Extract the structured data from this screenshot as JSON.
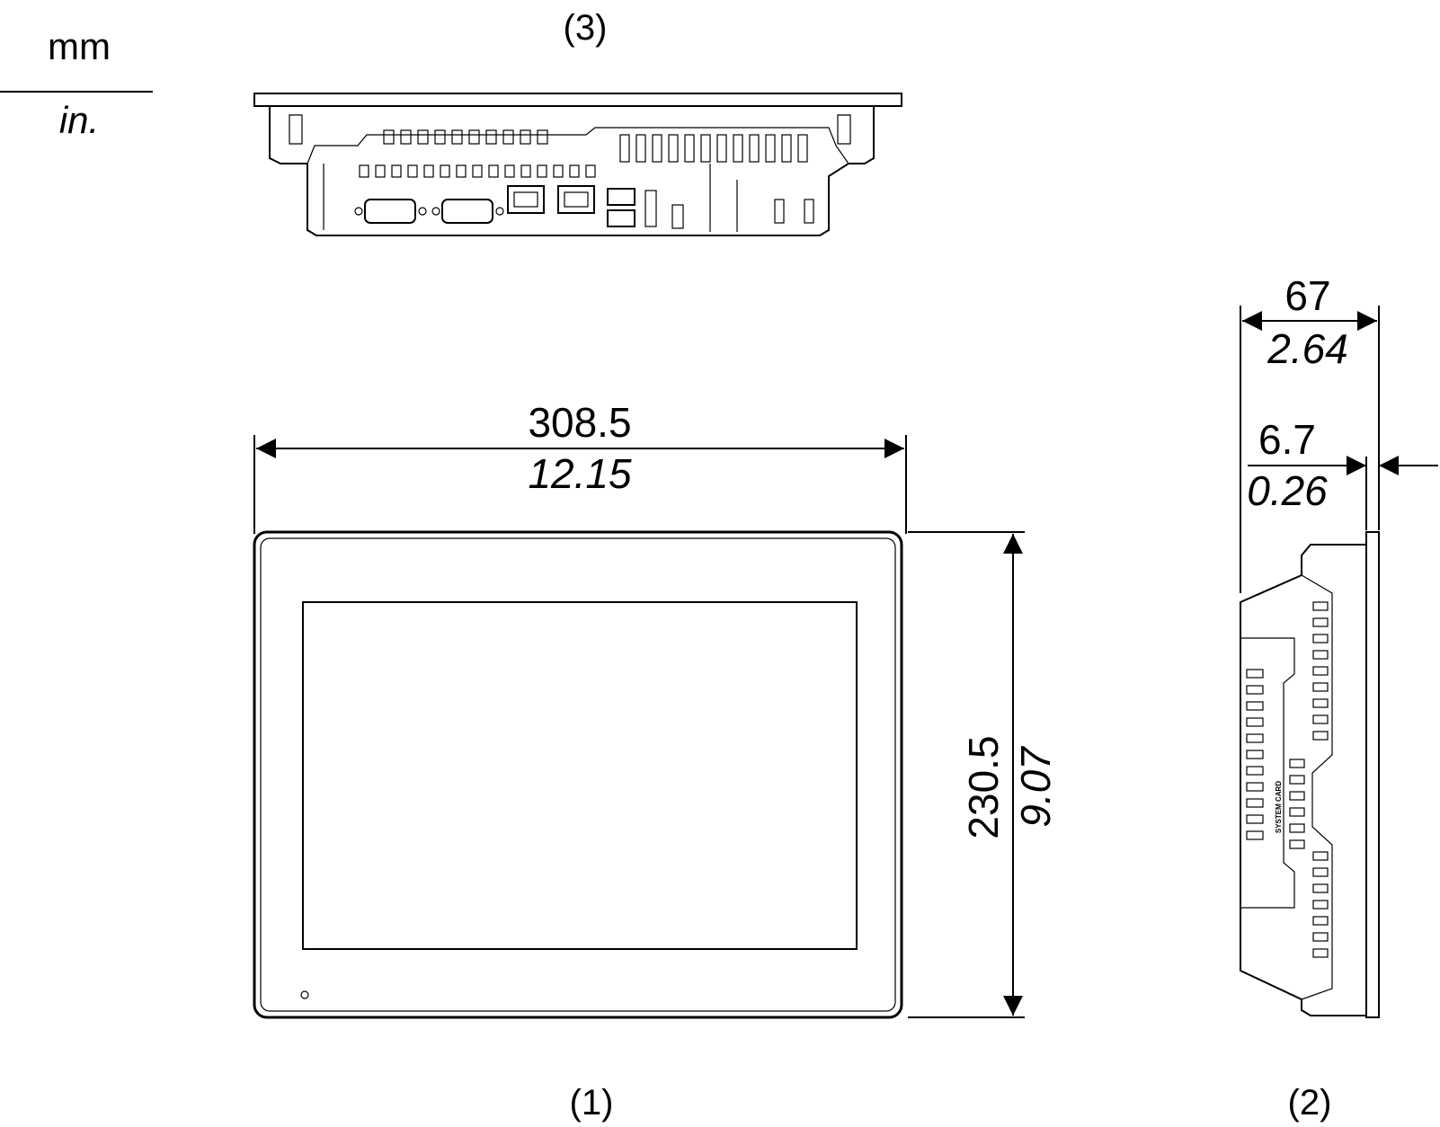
{
  "units": {
    "primary": "mm",
    "secondary": "in."
  },
  "views": {
    "front": {
      "label": "(1)",
      "width_mm": "308.5",
      "width_in": "12.15",
      "height_mm": "230.5",
      "height_in": "9.07"
    },
    "side": {
      "label": "(2)",
      "depth_mm": "67",
      "depth_in": "2.64",
      "bezel_mm": "6.7",
      "bezel_in": "0.26",
      "card_text": "SYSTEM CARD"
    },
    "top": {
      "label": "(3)"
    }
  },
  "colors": {
    "line": "#000000",
    "background": "#ffffff"
  }
}
